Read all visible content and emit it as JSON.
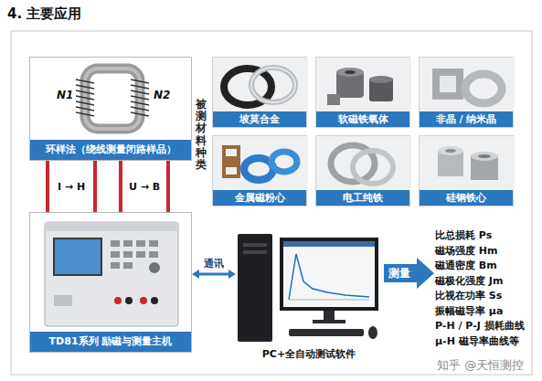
{
  "diagram": {
    "title": "4. 主要应用",
    "nodes": [
      {
        "text": [
          "环样法（绕线测量闭路样品）"
        ]
      },
      {
        "text": [
          "坡莫合金"
        ]
      },
      {
        "text": [
          "软磁铁氧体"
        ]
      },
      {
        "text": [
          "非晶 / 纳米晶"
        ]
      },
      {
        "text": [
          "金属磁粉心"
        ]
      },
      {
        "text": [
          "电工纯铁"
        ]
      },
      {
        "text": [
          "硅钢铁心"
        ]
      },
      {
        "text": [
          "TD81系列 励磁与测量主机"
        ]
      },
      {
        "text": [
          "PC+全自动测试软件"
        ]
      }
    ],
    "edges": [
      {
        "from": 0,
        "to": 7,
        "label": "I → H",
        "arrow": "none"
      },
      {
        "from": 0,
        "to": 7,
        "label": "U → B",
        "arrow": "none"
      },
      {
        "from": 7,
        "to": 8,
        "label": "通讯",
        "arrow": "both"
      }
    ],
    "labels": [
      "N1",
      "N2",
      "被测材料种类",
      "测量",
      "比总损耗 Ps",
      "磁场强度 Hm",
      "磁通密度 Bm",
      "磁极化强度 Jm",
      "比视在功率 Ss",
      "振幅磁导率 μa",
      "P-H / P-J 损耗曲线",
      "μ-H 磁导率曲线等",
      "知乎 @天恒测控"
    ]
  }
}
